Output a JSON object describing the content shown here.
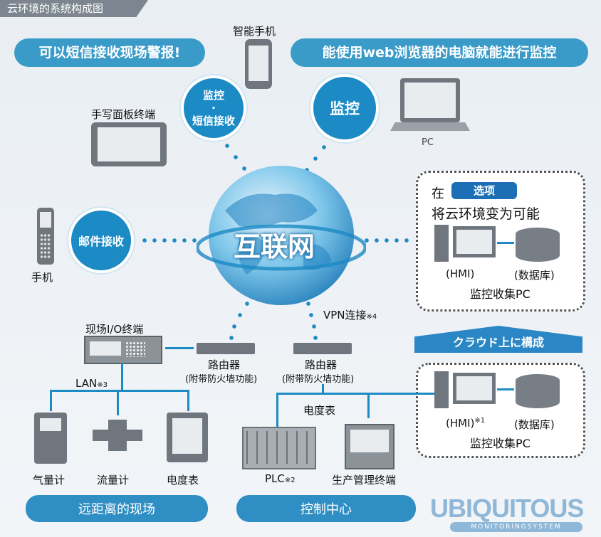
{
  "title": "云环境的系统构成图",
  "bubbles": {
    "sms_alarm": "可以短信接收现场警报!",
    "browser_monitor": "能使用web浏览器的电脑就能进行监控"
  },
  "circles": {
    "smartphone_circle_line1": "监控",
    "smartphone_circle_dot": "·",
    "smartphone_circle_line2": "短信接收",
    "pc_circle": "监控",
    "mail_circle": "邮件接收"
  },
  "devices": {
    "smartphone": "智能手机",
    "tablet": "手写面板终端",
    "pc": "PC",
    "mobile": "手机"
  },
  "globe_label": "互联网",
  "option_box": {
    "prefix": "在",
    "badge": "选项",
    "line2": "将云环境变为可能",
    "hmi": "(HMI)",
    "db": "(数据库)",
    "caption": "监控收集PC"
  },
  "cloud_arrow": "クラウド上に構成",
  "lower_box": {
    "hmi": "(HMI)",
    "hmi_note": "※1",
    "db": "(数据库)",
    "caption": "监控收集PC"
  },
  "vpn": {
    "label": "VPN连接",
    "note": "※4"
  },
  "io_terminal": "现场I/O终端",
  "routers": [
    {
      "line1": "路由器",
      "line2": "(附带防火墙功能)"
    },
    {
      "line1": "路由器",
      "line2": "(附带防火墙功能)"
    }
  ],
  "lan": {
    "label": "LAN",
    "note": "※3"
  },
  "power_meter_center": "电度表",
  "field_devices": [
    "气量计",
    "流量计",
    "电度表"
  ],
  "control_devices": {
    "plc": "PLC",
    "plc_note": "※2",
    "terminal": "生产管理终端"
  },
  "footer": {
    "remote_site": "远距离的现场",
    "control_center": "控制中心"
  },
  "logo": {
    "main": "UBIQUITOUS",
    "sub": "MONITORINGSYSTEM"
  }
}
